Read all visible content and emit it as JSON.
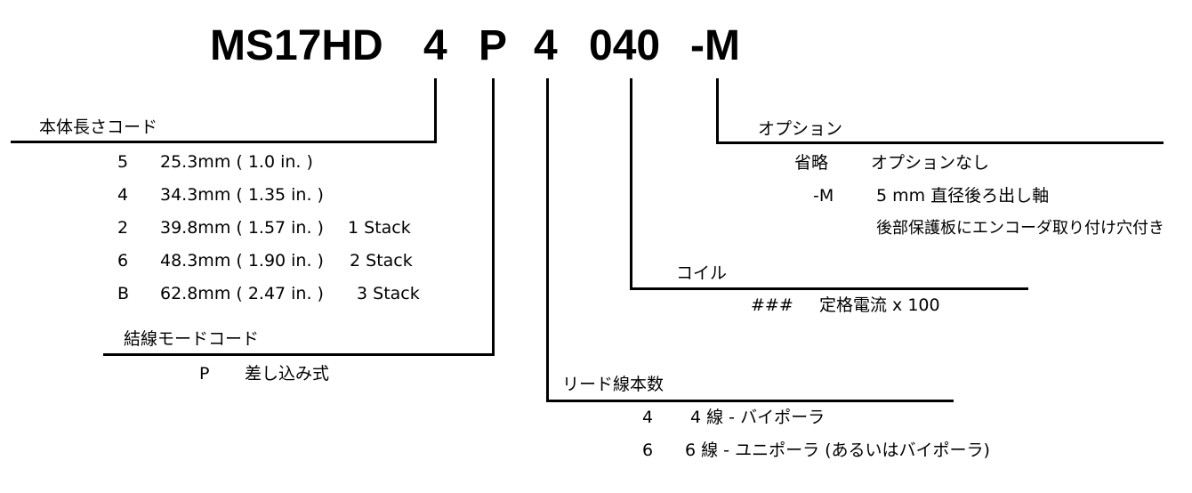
{
  "model": {
    "series": "MS17HD",
    "length_code": "4",
    "wiring_code": "P",
    "lead_code": "4",
    "coil_code": "040",
    "option_code": "-M"
  },
  "body_length": {
    "heading": "本体長さコード",
    "rows": [
      {
        "code": "5",
        "size": "25.3mm ( 1.0 in. )",
        "stack": ""
      },
      {
        "code": "4",
        "size": "34.3mm ( 1.35 in. )",
        "stack": ""
      },
      {
        "code": "2",
        "size": "39.8mm ( 1.57 in. )",
        "stack": "1 Stack"
      },
      {
        "code": "6",
        "size": "48.3mm ( 1.90 in. )",
        "stack": "2 Stack"
      },
      {
        "code": "B",
        "size": "62.8mm ( 2.47 in. )",
        "stack": "3 Stack"
      }
    ]
  },
  "wiring_mode": {
    "heading": "結線モードコード",
    "rows": [
      {
        "code": "P",
        "desc": "差し込み式"
      }
    ]
  },
  "lead_count": {
    "heading": "リード線本数",
    "rows": [
      {
        "code": "4",
        "desc": "4 線 - バイポーラ"
      },
      {
        "code": "6",
        "desc": "6 線 - ユニポーラ (あるいはバイポーラ)"
      }
    ]
  },
  "coil": {
    "heading": "コイル",
    "rows": [
      {
        "code": "###",
        "desc": "定格電流 x 100"
      }
    ]
  },
  "option": {
    "heading": "オプション",
    "rows": [
      {
        "code": "省略",
        "desc": "オプションなし"
      },
      {
        "code": "-M",
        "desc": "5 mm 直径後ろ出し軸"
      },
      {
        "code": "",
        "desc": "後部保護板にエンコーダ取り付け穴付き"
      }
    ]
  }
}
